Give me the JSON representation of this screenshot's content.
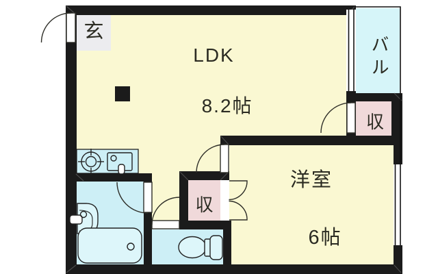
{
  "rooms": {
    "entrance": {
      "label": "玄"
    },
    "ldk": {
      "name_label": "LDK",
      "size_label": "8.2帖"
    },
    "balcony": {
      "label": "バル"
    },
    "storage_upper": {
      "label": "収"
    },
    "storage_middle": {
      "label": "収"
    },
    "western_room": {
      "name_label": "洋室",
      "size_label": "6帖"
    }
  },
  "colors": {
    "wall": "#1b1b1b",
    "room_yellow": "#faf8d2",
    "water_cyan": "#cdeff6",
    "balcony_cyan": "#d6f5f9",
    "closet_pink": "#f0d9da",
    "entrance_gray": "#ececef",
    "label_text": "#2b2b22"
  },
  "fixtures": [
    "gas-stove-icon",
    "kitchen-sink-icon",
    "washbasin-icon",
    "bathtub-icon",
    "toilet-icon"
  ],
  "door_symbols": [
    "entrance-swing-door",
    "upper-closet-swing-door",
    "western-room-swing-door",
    "bathroom-swing-door",
    "toilet-swing-door",
    "closet-double-doors"
  ]
}
